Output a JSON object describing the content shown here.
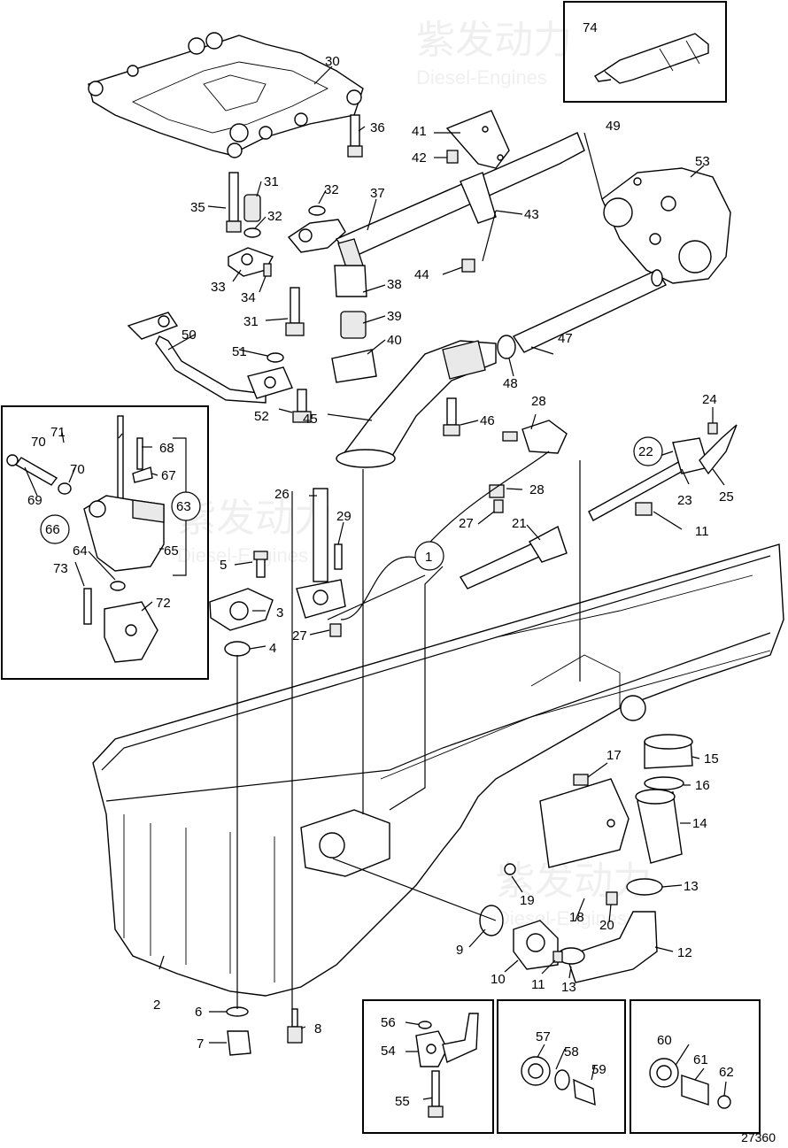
{
  "drawing_number": "27360",
  "watermark": {
    "cn": "紫发动力",
    "en": "Diesel-Engines"
  },
  "callouts": {
    "c1": "1",
    "c2": "2",
    "c3": "3",
    "c4": "4",
    "c5": "5",
    "c6": "6",
    "c7": "7",
    "c8": "8",
    "c9": "9",
    "c10": "10",
    "c11a": "11",
    "c11b": "11",
    "c12": "12",
    "c13a": "13",
    "c13b": "13",
    "c14": "14",
    "c15": "15",
    "c16": "16",
    "c17": "17",
    "c18": "18",
    "c19": "19",
    "c20": "20",
    "c21": "21",
    "c22": "22",
    "c23": "23",
    "c24": "24",
    "c25": "25",
    "c26": "26",
    "c27a": "27",
    "c27b": "27",
    "c28a": "28",
    "c28b": "28",
    "c29": "29",
    "c30": "30",
    "c31a": "31",
    "c31b": "31",
    "c32a": "32",
    "c32b": "32",
    "c33": "33",
    "c34": "34",
    "c35": "35",
    "c36": "36",
    "c37": "37",
    "c38": "38",
    "c39": "39",
    "c40": "40",
    "c41": "41",
    "c42": "42",
    "c43": "43",
    "c44": "44",
    "c45": "45",
    "c46": "46",
    "c47": "47",
    "c48": "48",
    "c49": "49",
    "c50": "50",
    "c51": "51",
    "c52": "52",
    "c53": "53",
    "c54": "54",
    "c55": "55",
    "c56": "56",
    "c57": "57",
    "c58": "58",
    "c59": "59",
    "c60": "60",
    "c61": "61",
    "c62": "62",
    "c63": "63",
    "c64": "64",
    "c65": "65",
    "c66": "66",
    "c67": "67",
    "c68": "68",
    "c69": "69",
    "c70a": "70",
    "c70b": "70",
    "c71": "71",
    "c72": "72",
    "c73": "73",
    "c74": "74"
  }
}
